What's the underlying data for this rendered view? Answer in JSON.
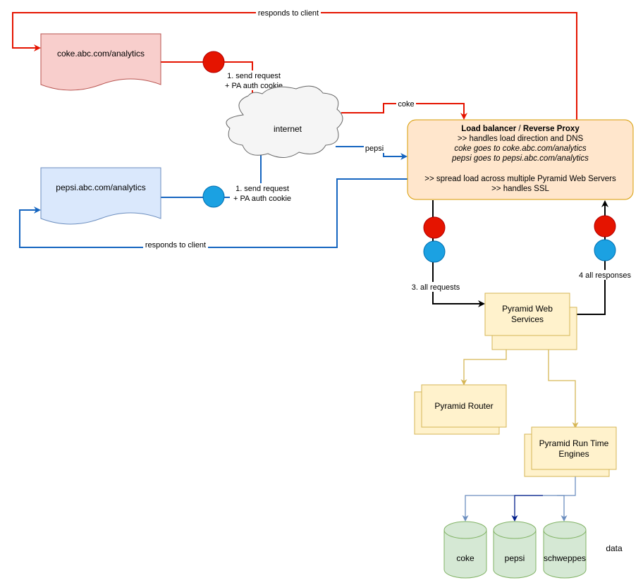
{
  "colors": {
    "red": "#e51400",
    "blue": "#1565c0",
    "red_circle": "#e51400",
    "blue_circle": "#1ba1e2",
    "coke_doc_fill": "#f8cecc",
    "coke_doc_stroke": "#b85450",
    "pepsi_doc_fill": "#dae8fc",
    "pepsi_doc_stroke": "#6c8ebf",
    "lb_fill": "#ffe6cc",
    "lb_stroke": "#d79b00",
    "pyramid_fill": "#fff2cc",
    "pyramid_stroke": "#d6b656",
    "db_fill": "#d5e8d4",
    "db_stroke": "#82b366",
    "data_arrow": "#6c8ebf",
    "data_arrow_dark": "#001d8a"
  },
  "nodes": {
    "coke_site": "coke.abc.com/analytics",
    "pepsi_site": "pepsi.abc.com/analytics",
    "internet": "internet",
    "load_balancer": {
      "title_a": "Load balancer",
      "title_sep": " / ",
      "title_b": "Reverse Proxy",
      "line1": ">> handles load direction and DNS",
      "line2": "coke goes to coke.abc.com/analytics",
      "line3": "pepsi goes to pepsi.abc.com/analytics",
      "line4": ">> spread load across multiple Pyramid Web Servers",
      "line5": ">> handles SSL"
    },
    "web_services": {
      "line1": "Pyramid Web",
      "line2": "Services"
    },
    "router": "Pyramid Router",
    "engines": {
      "line1": "Pyramid Run Time",
      "line2": "Engines"
    },
    "databases": [
      "coke",
      "pepsi",
      "schweppes"
    ],
    "data_label": "data"
  },
  "labels": {
    "coke_responds": "responds to client",
    "pepsi_responds": "responds to client",
    "coke_request_1": "1. send request",
    "coke_request_2": "+ PA auth cookie",
    "pepsi_request_1": "1. send request",
    "pepsi_request_2": "+ PA auth cookie",
    "coke_route": "coke",
    "pepsi_route": "pepsi",
    "all_requests": "3. all requests",
    "all_responses": "4 all responses"
  }
}
